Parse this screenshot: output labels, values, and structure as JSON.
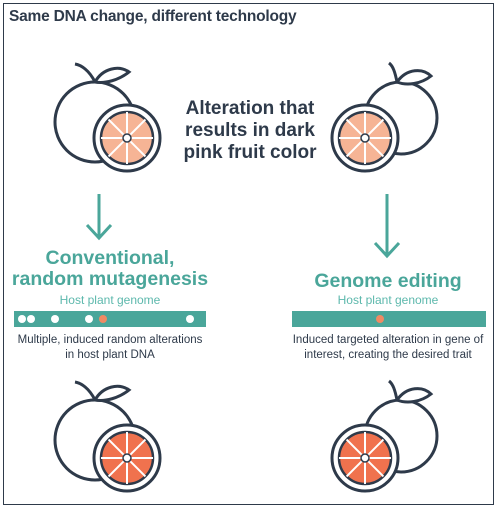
{
  "title": "Same DNA change, different technology",
  "center_text": [
    "Alteration that",
    "results in dark",
    "pink fruit color"
  ],
  "left": {
    "method": [
      "Conventional,",
      "random mutagenesis"
    ],
    "host_label": "Host plant genome",
    "description": [
      "Multiple, induced random alterations",
      "in host plant DNA"
    ]
  },
  "right": {
    "method": [
      "Genome editing"
    ],
    "host_label": "Host plant genome",
    "description": [
      "Induced targeted alteration in gene of",
      "interest, creating the desired trait"
    ]
  },
  "colors": {
    "teal": "#4aa69a",
    "dark": "#2e3a4a",
    "flesh_light": "#f6b495",
    "flesh_dark": "#f0724e",
    "mutation_dot": "#f08a63"
  },
  "icons": [
    "grapefruit-icon",
    "arrow-down-icon"
  ]
}
